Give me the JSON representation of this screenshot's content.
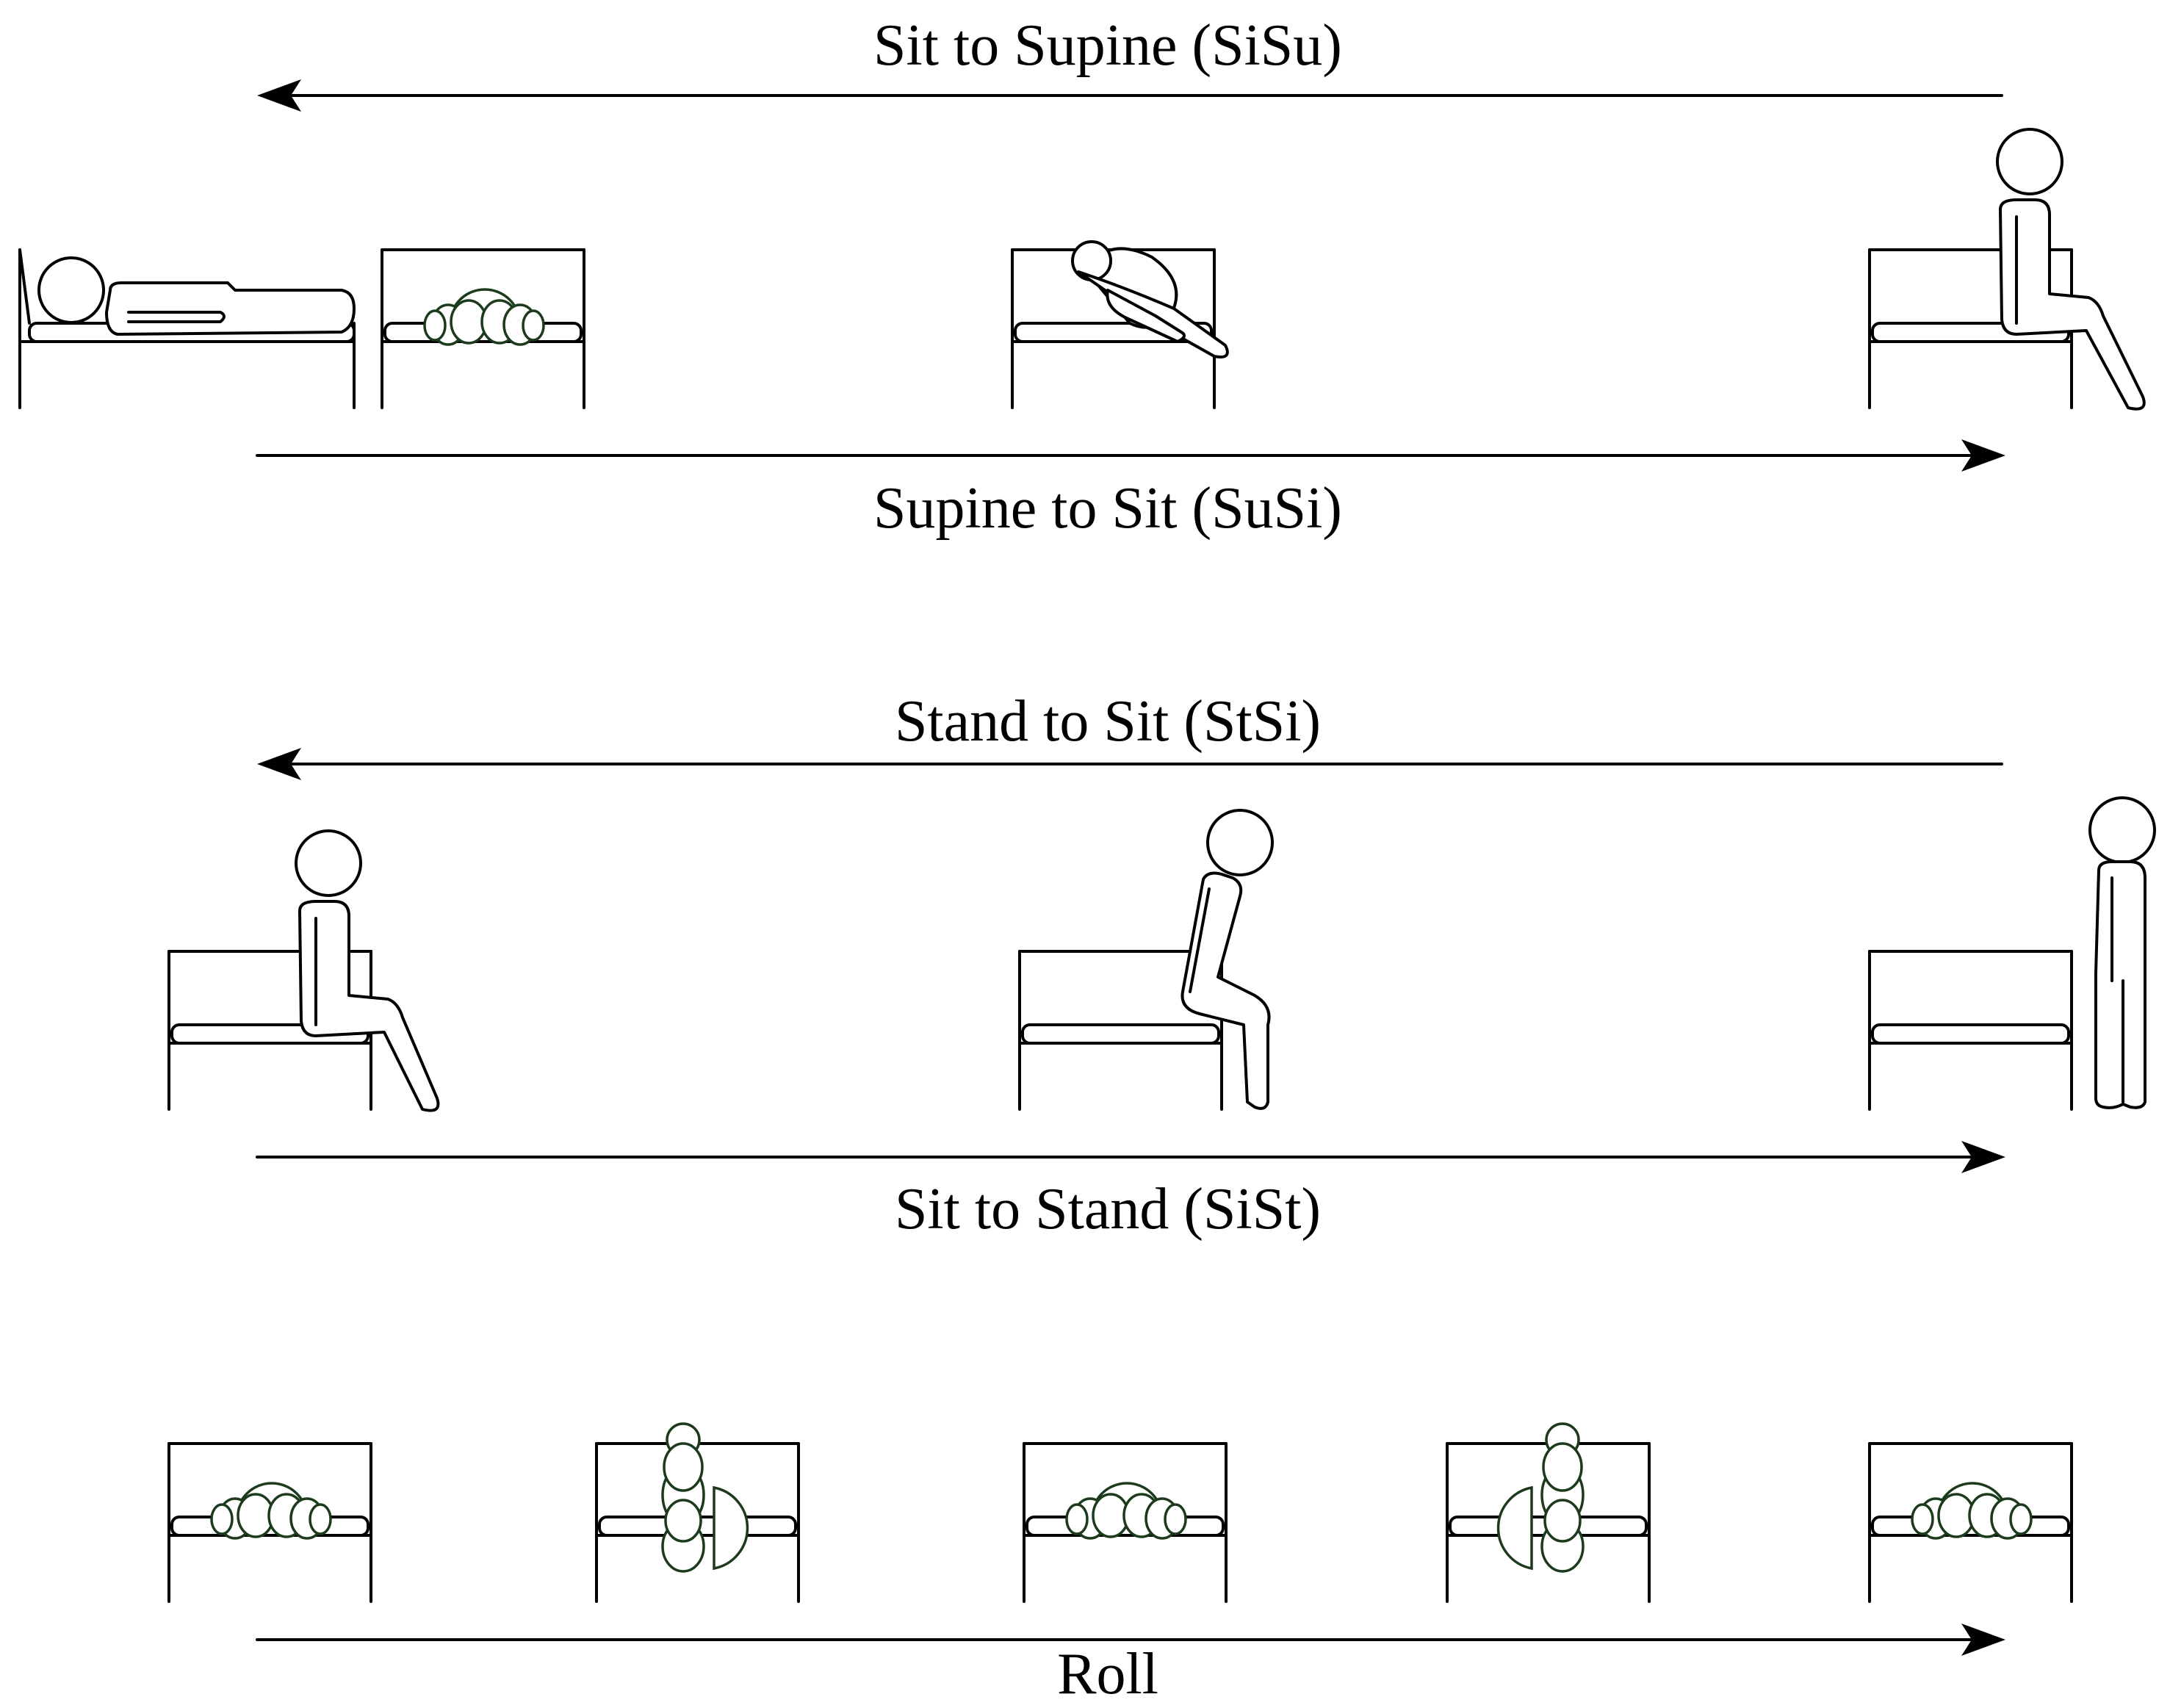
{
  "labels": {
    "sisu": "Sit to Supine (SiSu)",
    "susi": "Supine to Sit (SuSi)",
    "stsi": "Stand to Sit (StSi)",
    "sist": "Sit to Stand (SiSt)",
    "roll": "Roll"
  },
  "colors": {
    "line": "#000000",
    "figure_outline_top_view": "#1c3a1c",
    "background": "#ffffff"
  }
}
